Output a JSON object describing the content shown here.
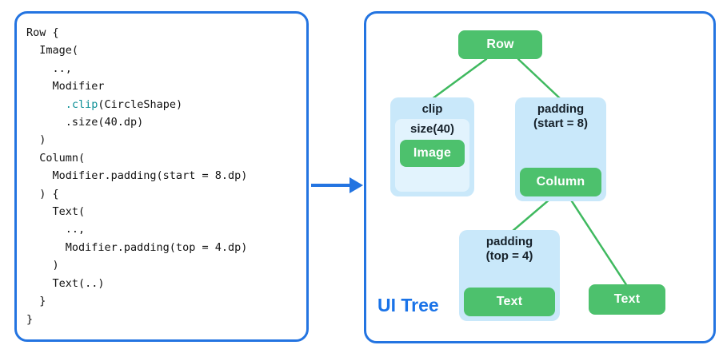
{
  "code": {
    "lines": [
      "Row {",
      "  Image(",
      "    ..,",
      "    Modifier",
      {
        "pre": "      ",
        "teal": ".clip",
        "post": "(CircleShape)"
      },
      "      .size(40.dp)",
      "  )",
      "  Column(",
      "    Modifier.padding(start = 8.dp)",
      "  ) {",
      "    Text(",
      "      ..,",
      "      Modifier.padding(top = 4.dp)",
      "    )",
      "    Text(..)",
      "  }",
      "}"
    ]
  },
  "tree": {
    "title": "UI Tree",
    "row": "Row",
    "clip": "clip",
    "size": "size(40)",
    "image": "Image",
    "padding_start_line1": "padding",
    "padding_start_line2": "(start = 8)",
    "column": "Column",
    "padding_top_line1": "padding",
    "padding_top_line2": "(top = 4)",
    "text1": "Text",
    "text2": "Text"
  },
  "colors": {
    "panel_border": "#2374e1",
    "arrow": "#2374e1",
    "tree_title": "#1a73e8",
    "node_green": "#4dc16d",
    "edge_green": "#3fb95f",
    "container_blue": "#c9e8fa",
    "inner_blue": "#e2f3fd",
    "label_dark": "#17222b",
    "code_text": "#111111",
    "code_teal": "#0c8f96",
    "background": "#ffffff"
  }
}
